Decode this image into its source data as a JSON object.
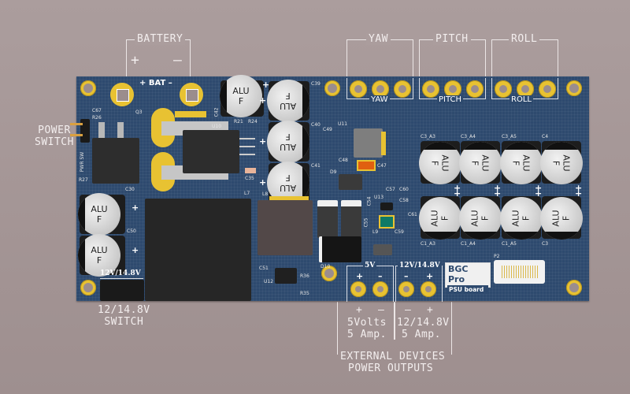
{
  "annotations": {
    "battery": {
      "title": "BATTERY",
      "plus": "+",
      "minus": "—"
    },
    "yaw": "YAW",
    "pitch": "PITCH",
    "roll": "ROLL",
    "power_switch": [
      "POWER",
      "SWITCH"
    ],
    "switch_12v": [
      "12/14.8V",
      "SWITCH"
    ],
    "output_5v": {
      "plus": "+",
      "minus": "–",
      "volts": "5Volts",
      "amps": "5 Amp."
    },
    "output_12v": {
      "minus": "–",
      "plus": "+",
      "volts": "12/14.8V",
      "amps": "5 Amp."
    },
    "external": [
      "EXTERNAL DEVICES",
      "POWER OUTPUTS"
    ]
  },
  "board": {
    "bat_label": "+ BAT –",
    "silk_yaw": "YAW",
    "silk_pitch": "PITCH",
    "silk_roll": "ROLL",
    "silk_5v": "5V",
    "silk_12v": "12V/14.8V",
    "silk_switch_12v": "12V/14.8V",
    "silk_plus": "+",
    "silk_minus": "–",
    "pwr_sw": "PWR SW",
    "logo_title": "BGC Pro",
    "logo_sub": "PSU board",
    "cap_label_1": "ALU",
    "cap_label_2": "F",
    "refs": {
      "c67": "C67",
      "r26": "R26",
      "q3": "Q3",
      "r27": "R27",
      "c30": "C30",
      "c50": "C50",
      "c42": "C42",
      "r21": "R21",
      "r24": "R24",
      "c39": "C39",
      "c40": "C40",
      "c41": "C41",
      "c35": "C35",
      "u10": "U10",
      "u11": "U11",
      "c49": "C49",
      "c48": "C48",
      "c47": "C47",
      "d9": "D9",
      "l8": "L8",
      "l7": "L7",
      "d10": "D10",
      "c51": "C51",
      "u12": "U12",
      "r36": "R36",
      "r35": "R35",
      "u13": "U13",
      "c57": "C57",
      "c60": "C60",
      "c58": "C58",
      "c61": "C61",
      "c59": "C59",
      "l9": "L9",
      "c54": "C54",
      "c55": "C55",
      "p2": "P2",
      "c3_a3": "C3_A3",
      "c3_a4": "C3_A4",
      "c3_a5": "C3_A5",
      "c4": "C4",
      "c1_a3": "C1_A3",
      "c1_a4": "C1_A4",
      "c1_a5": "C1_A5",
      "c3": "C3"
    }
  },
  "colors": {
    "pcb": "#2e4a6e",
    "pad_gold": "#e8c232",
    "background": "#a89a9a",
    "silk": "#ffffff"
  }
}
